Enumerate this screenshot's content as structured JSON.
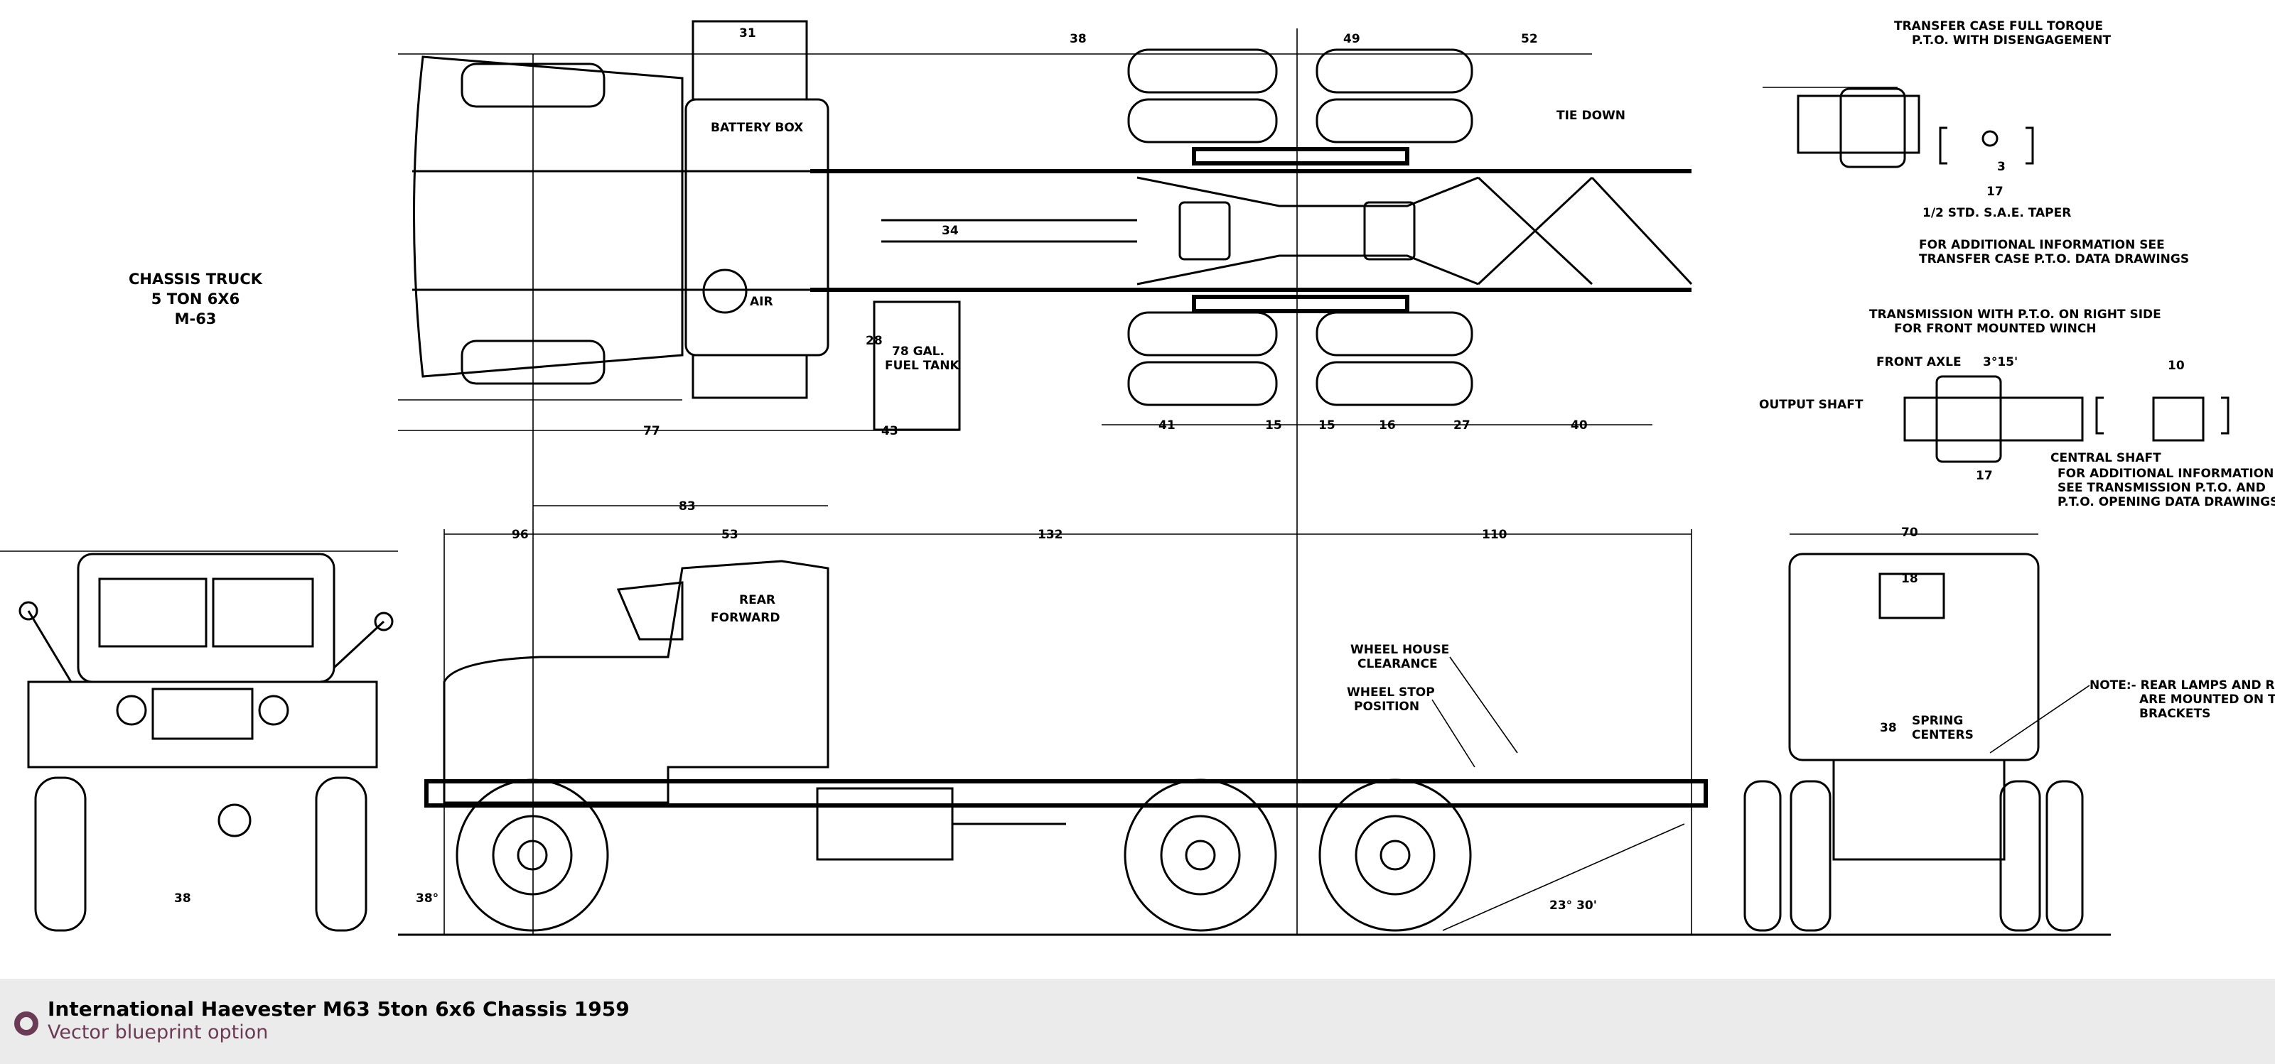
{
  "blueprint": {
    "chassis_label": [
      "CHASSIS TRUCK",
      "5 TON 6X6",
      "M-63"
    ],
    "top_view": {
      "fuel_tank": [
        "78 GAL.",
        "FUEL TANK"
      ],
      "tie_down": "TIE DOWN",
      "battery_box": "BATTERY BOX",
      "air_tank": "AIR",
      "dims_top": [
        "31",
        "38",
        "49",
        "52"
      ],
      "dims_bottom": [
        "77",
        "43",
        "41",
        "15",
        "15",
        "16",
        "27",
        "40",
        "34",
        "28"
      ]
    },
    "side_view": {
      "dims": [
        "83",
        "96",
        "53",
        "132",
        "110"
      ],
      "wheel_house": [
        "WHEEL HOUSE",
        "CLEARANCE"
      ],
      "wheel_stop": [
        "WHEEL STOP",
        "POSITION"
      ],
      "angle_rear": "23° 30'",
      "angle_front": "38°",
      "seat_labels": [
        "REAR",
        "FORWARD"
      ]
    },
    "rear_view": {
      "width": "70",
      "top_dim": "18",
      "spring_centers": [
        "38",
        "SPRING",
        "CENTERS"
      ],
      "note": [
        "NOTE:- REAR LAMPS AND R",
        "ARE MOUNTED ON T",
        "BRACKETS"
      ]
    },
    "front_view": {
      "dim": "38"
    },
    "pto": {
      "transfer_title": [
        "TRANSFER CASE FULL TORQUE",
        "P.T.O. WITH DISENGAGEMENT"
      ],
      "transfer_note": [
        "FOR ADDITIONAL INFORMATION SEE",
        "TRANSFER CASE P.T.O. DATA DRAWINGS"
      ],
      "transfer_dims": [
        "17",
        "3",
        "1/2 STD. S.A.E. TAPER"
      ],
      "transmission_title": [
        "TRANSMISSION WITH P.T.O. ON RIGHT SIDE",
        "FOR FRONT MOUNTED WINCH"
      ],
      "transmission_note": [
        "FOR ADDITIONAL INFORMATION",
        "SEE TRANSMISSION P.T.O. AND",
        "P.T.O. OPENING DATA DRAWINGS"
      ],
      "transmission_dims": [
        "3°15'",
        "10",
        "17",
        "CENTRAL SHAFT",
        "OUTPUT SHAFT",
        "FRONT AXLE"
      ]
    }
  },
  "caption": {
    "title": "International Haevester M63 5ton 6x6 Chassis 1959",
    "subtitle": "Vector blueprint option",
    "accent": "#6b3a55",
    "background": "#ebebeb"
  }
}
